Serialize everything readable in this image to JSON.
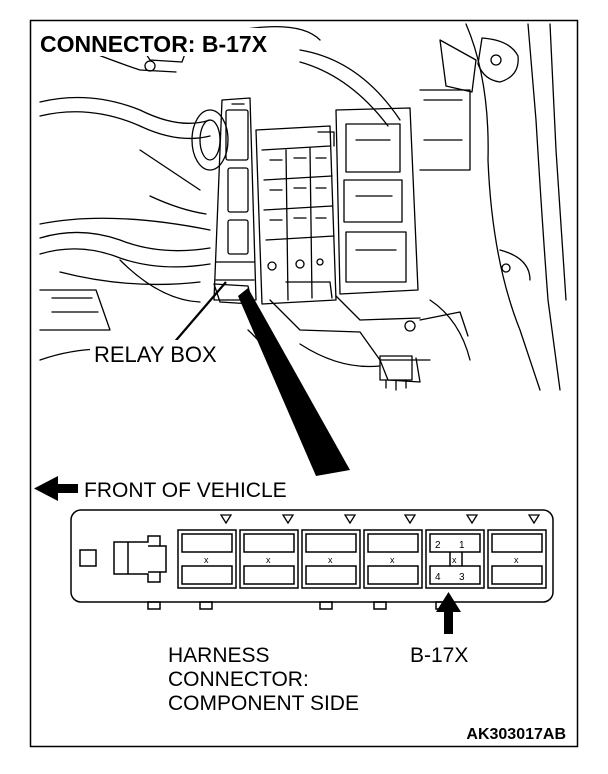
{
  "diagram": {
    "title": "CONNECTOR: B-17X",
    "relay_box_label": "RELAY BOX",
    "front_label": "FRONT OF VEHICLE",
    "harness_label": {
      "line1": "HARNESS",
      "line2": "CONNECTOR:",
      "line3": "COMPONENT SIDE"
    },
    "connector_callout": "B-17X",
    "figure_code": "AK303017AB",
    "terminals": [
      "1",
      "2",
      "3",
      "4"
    ]
  }
}
